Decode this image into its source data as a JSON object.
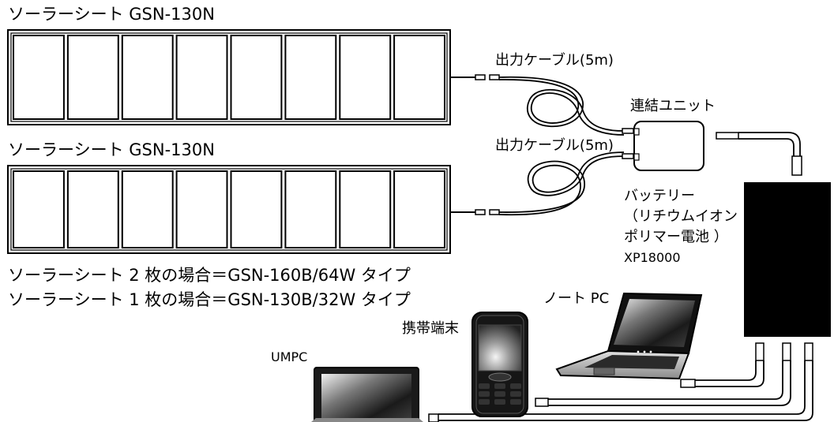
{
  "solar_sheets": [
    {
      "label": "ソーラーシート GSN-130N",
      "cell_count": 8
    },
    {
      "label": "ソーラーシート GSN-130N",
      "cell_count": 8
    }
  ],
  "cables": [
    {
      "label": "出力ケーブル(5m)"
    },
    {
      "label": "出力ケーブル(5m)"
    }
  ],
  "hub": {
    "label": "連結ユニット"
  },
  "battery": {
    "lines": [
      "バッテリー",
      "（リチウムイオン",
      "ポリマー電池 ）",
      "XP18000"
    ],
    "color": "#000000"
  },
  "notes": [
    "ソーラーシート 2 枚の場合＝GSN-160B/64W タイプ",
    "ソーラーシート 1 枚の場合＝GSN-130B/32W タイプ"
  ],
  "devices": {
    "laptop": {
      "label": "ノート PC",
      "icon": "laptop-icon"
    },
    "phone": {
      "label": "携帯端末",
      "icon": "mobile-phone-icon"
    },
    "umpc": {
      "label": "UMPC",
      "icon": "umpc-icon"
    }
  }
}
